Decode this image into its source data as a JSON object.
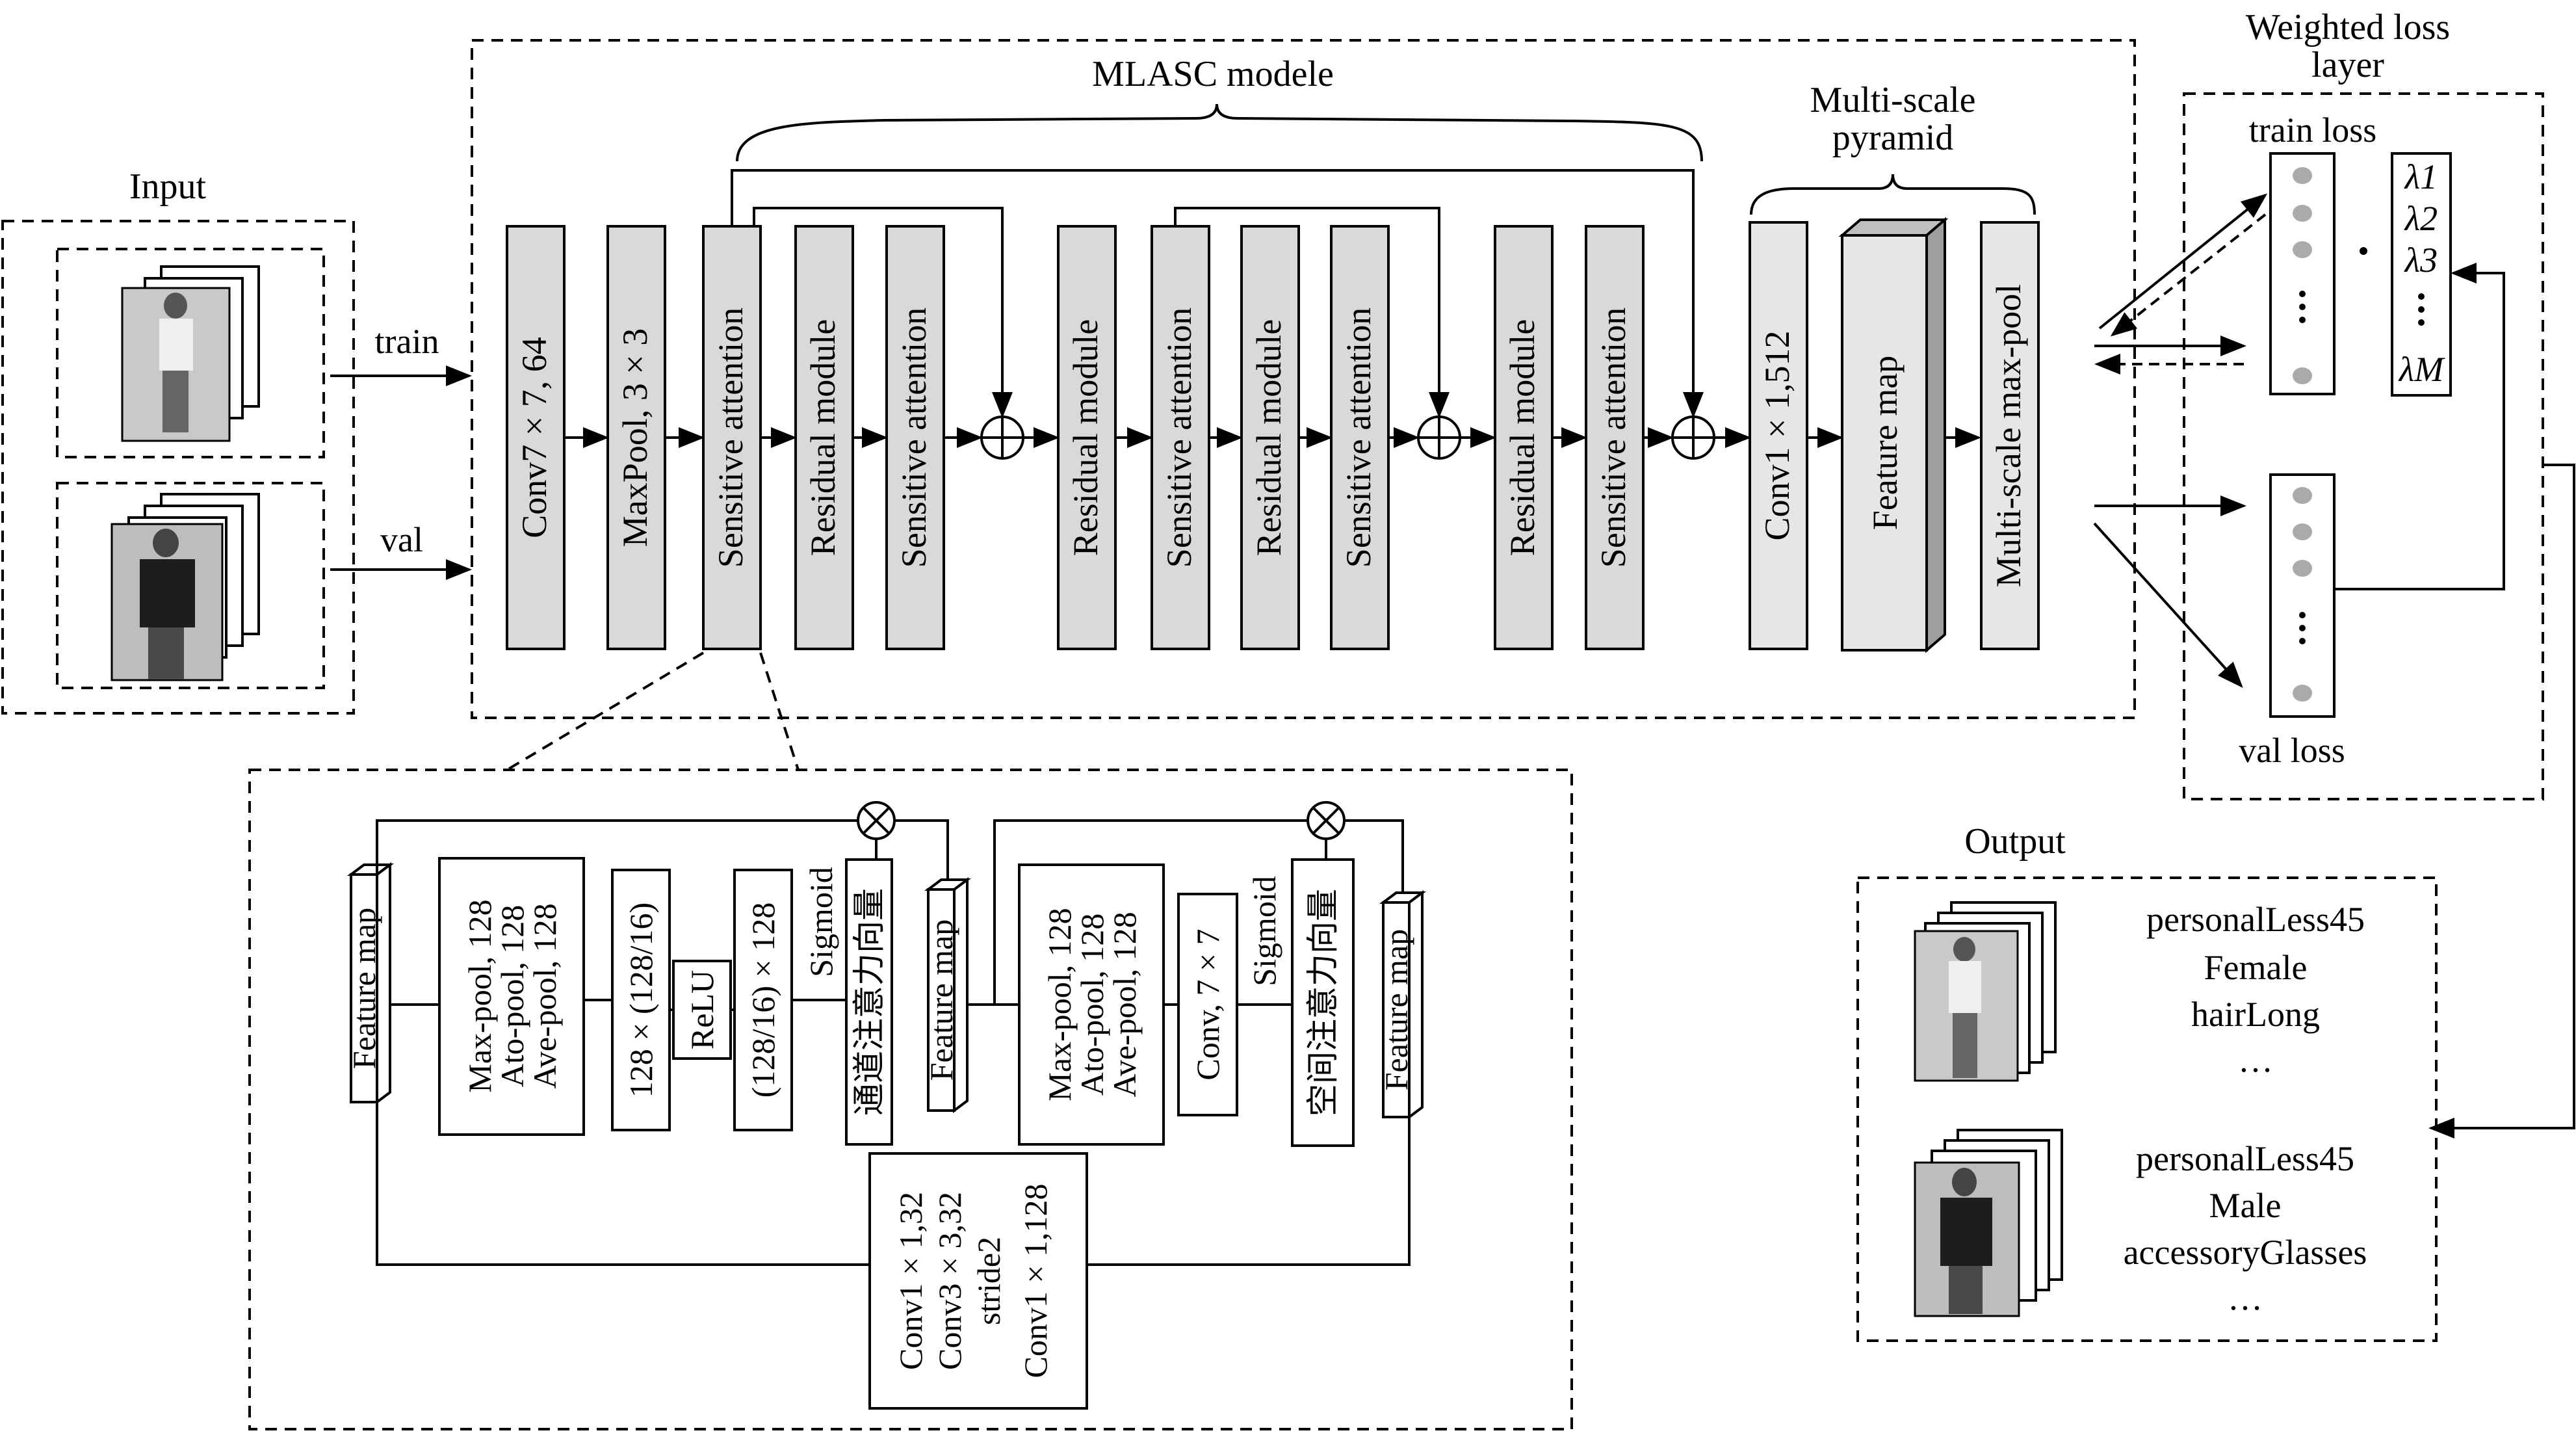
{
  "colors": {
    "block_fill": "#d9d9d9",
    "line": "#000000",
    "background": "#ffffff"
  },
  "input": {
    "title": "Input",
    "train_label": "train",
    "val_label": "val"
  },
  "mlasc": {
    "title": "MLASC  modele",
    "blocks": [
      "Conv7 × 7, 64",
      "MaxPool, 3 × 3",
      "Sensitive  attention",
      "Residual  module",
      "Sensitive  attention",
      "Residual  module",
      "Sensitive  attention",
      "Residual module",
      "Sensitive  attention",
      "Residual  module",
      "Sensitive  attention"
    ],
    "pyramid_title_line1": "Multi-scale",
    "pyramid_title_line2": "pyramid",
    "pyramid_blocks": [
      "Conv1 × 1,512",
      "Feature  map",
      "Multi-scale  max-pool"
    ]
  },
  "loss": {
    "title_line1": "Weighted loss",
    "title_line2": "layer",
    "train_loss": "train loss",
    "val_loss": "val loss",
    "lambdas": [
      "λ1",
      "λ2",
      "λ3",
      "λM"
    ]
  },
  "attention_detail": {
    "feature_map": "Feature map",
    "pool_lines": [
      "Max-pool, 128",
      "Ato-pool, 128",
      "Ave-pool, 128"
    ],
    "fc1": "128 × (128/16)",
    "relu": "ReLU",
    "fc2": "(128/16) × 128",
    "sigmoid": "Sigmoid",
    "channel_vector": "通道注意力向量",
    "conv77": "Conv, 7 × 7",
    "spatial_vector": "空间注意力向量",
    "shortcut_lines": [
      "Conv1 × 1,32",
      "Conv3 × 3,32",
      "stride2",
      "Conv1 × 1,128"
    ]
  },
  "output": {
    "title": "Output",
    "sample1": [
      "personalLess45",
      "Female",
      "hairLong",
      "…"
    ],
    "sample2": [
      "personalLess45",
      "Male",
      "accessoryGlasses",
      "…"
    ]
  }
}
